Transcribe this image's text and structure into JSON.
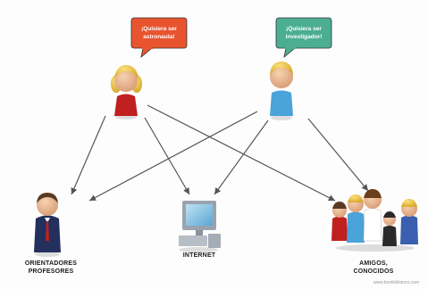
{
  "speakers": {
    "left": {
      "bubble_lines": [
        "¡Quisiera ser",
        "astronauta!"
      ],
      "bubble_color": "#e8542e"
    },
    "right": {
      "bubble_lines": [
        "¡Quisiera ser",
        "investigador!"
      ],
      "bubble_color": "#4cae91"
    }
  },
  "targets": {
    "advisors": {
      "lines": [
        "ORIENTADORES",
        "PROFESORES"
      ]
    },
    "internet": {
      "lines": [
        "INTERNET"
      ]
    },
    "friends": {
      "lines": [
        "AMIGOS,",
        "CONOCIDOS"
      ]
    }
  },
  "credit": "www.bonitoblanco.com",
  "colors": {
    "arrow": "#555555",
    "girl_dress": "#c0201f",
    "boy_shirt": "#4aa3d9",
    "suit": "#23305e",
    "tie": "#c0201f"
  }
}
